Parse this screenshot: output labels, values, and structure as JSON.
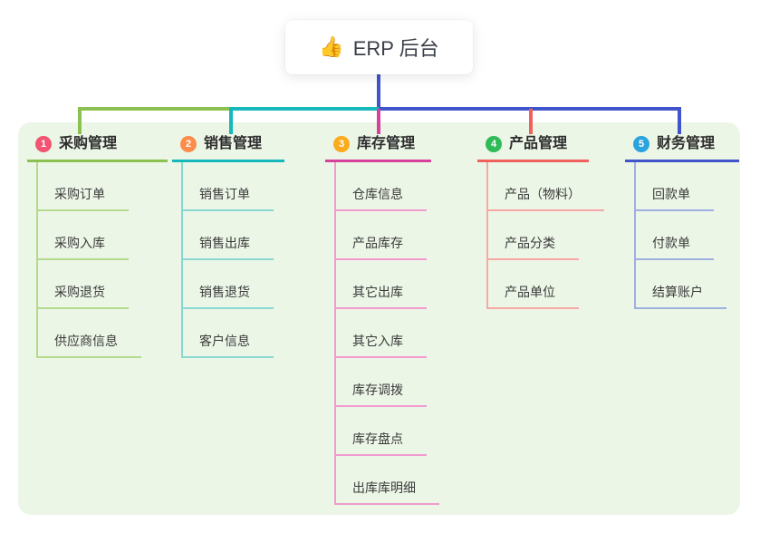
{
  "root": {
    "icon": "👍",
    "icon_name": "thumbs-up-icon",
    "label": "ERP 后台"
  },
  "panel_color": "#ecf6e7",
  "root_link_color": "#4254cc",
  "branches": [
    {
      "num": "1",
      "label": "采购管理",
      "badge_color": "#f25571",
      "line_color": "#8cc152",
      "sub_line_color": "#b5da8d",
      "children": [
        "采购订单",
        "采购入库",
        "采购退货",
        "供应商信息"
      ]
    },
    {
      "num": "2",
      "label": "销售管理",
      "badge_color": "#fb8d4c",
      "line_color": "#17b8bc",
      "sub_line_color": "#8ad7d2",
      "children": [
        "销售订单",
        "销售出库",
        "销售退货",
        "客户信息"
      ]
    },
    {
      "num": "3",
      "label": "库存管理",
      "badge_color": "#fbab1c",
      "line_color": "#d6419b",
      "sub_line_color": "#f19bce",
      "children": [
        "仓库信息",
        "产品库存",
        "其它出库",
        "其它入库",
        "库存调拨",
        "库存盘点",
        "出库库明细"
      ]
    },
    {
      "num": "4",
      "label": "产品管理",
      "badge_color": "#2fbb58",
      "line_color": "#f0605c",
      "sub_line_color": "#f5a8a6",
      "children": [
        "产品（物料）",
        "产品分类",
        "产品单位"
      ]
    },
    {
      "num": "5",
      "label": "财务管理",
      "badge_color": "#2ba3dc",
      "line_color": "#4254cc",
      "sub_line_color": "#9fb0e0",
      "children": [
        "回款单",
        "付款单",
        "结算账户"
      ]
    }
  ]
}
